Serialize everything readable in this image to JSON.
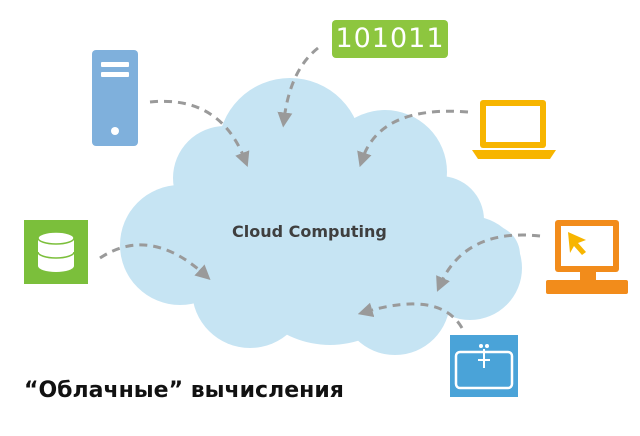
{
  "cloud": {
    "label": "Cloud Computing",
    "color": "#c6e4f3"
  },
  "binary_badge": {
    "text": "101011",
    "color": "#8dc63f"
  },
  "caption": "“Облачные” вычисления",
  "nodes": [
    {
      "name": "server",
      "icon": "server-icon",
      "color": "#7fb0dc"
    },
    {
      "name": "binary-data",
      "icon": "binary-badge",
      "color": "#8dc63f"
    },
    {
      "name": "laptop",
      "icon": "laptop-icon",
      "color": "#f7b500"
    },
    {
      "name": "desktop-cursor",
      "icon": "monitor-cursor-icon",
      "color": "#f28c1b"
    },
    {
      "name": "web-window",
      "icon": "window-icon",
      "color": "#4aa3d8"
    },
    {
      "name": "database",
      "icon": "database-icon",
      "color": "#7bbf3b"
    }
  ],
  "arrow_color": "#9a9a9a"
}
